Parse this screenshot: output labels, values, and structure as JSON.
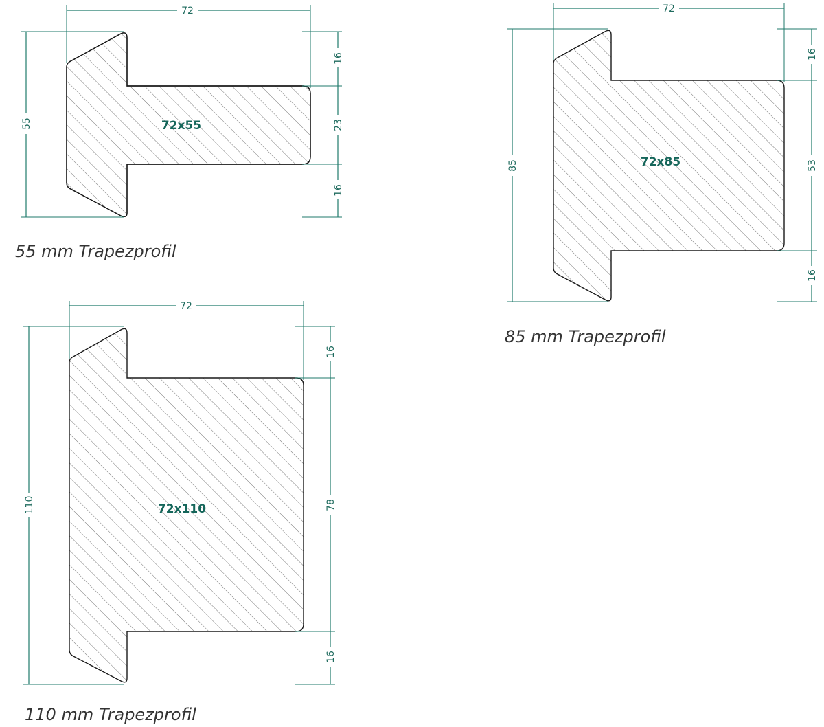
{
  "profiles": [
    {
      "id": "p55",
      "caption": "55 mm Trapezprofil",
      "label": "72x55",
      "width_label": "72",
      "height_label": "55",
      "right_dims": [
        "16",
        "23",
        "16"
      ]
    },
    {
      "id": "p85",
      "caption": "85 mm Trapezprofil",
      "label": "72x85",
      "width_label": "72",
      "height_label": "85",
      "right_dims": [
        "16",
        "53",
        "16"
      ]
    },
    {
      "id": "p110",
      "caption": "110 mm Trapezprofil",
      "label": "72x110",
      "width_label": "72",
      "height_label": "110",
      "right_dims": [
        "16",
        "78",
        "16"
      ]
    }
  ],
  "colors": {
    "dimension": "#1f7a6b",
    "label": "#15665a",
    "outline": "#1a1a1a",
    "caption": "#333333"
  }
}
